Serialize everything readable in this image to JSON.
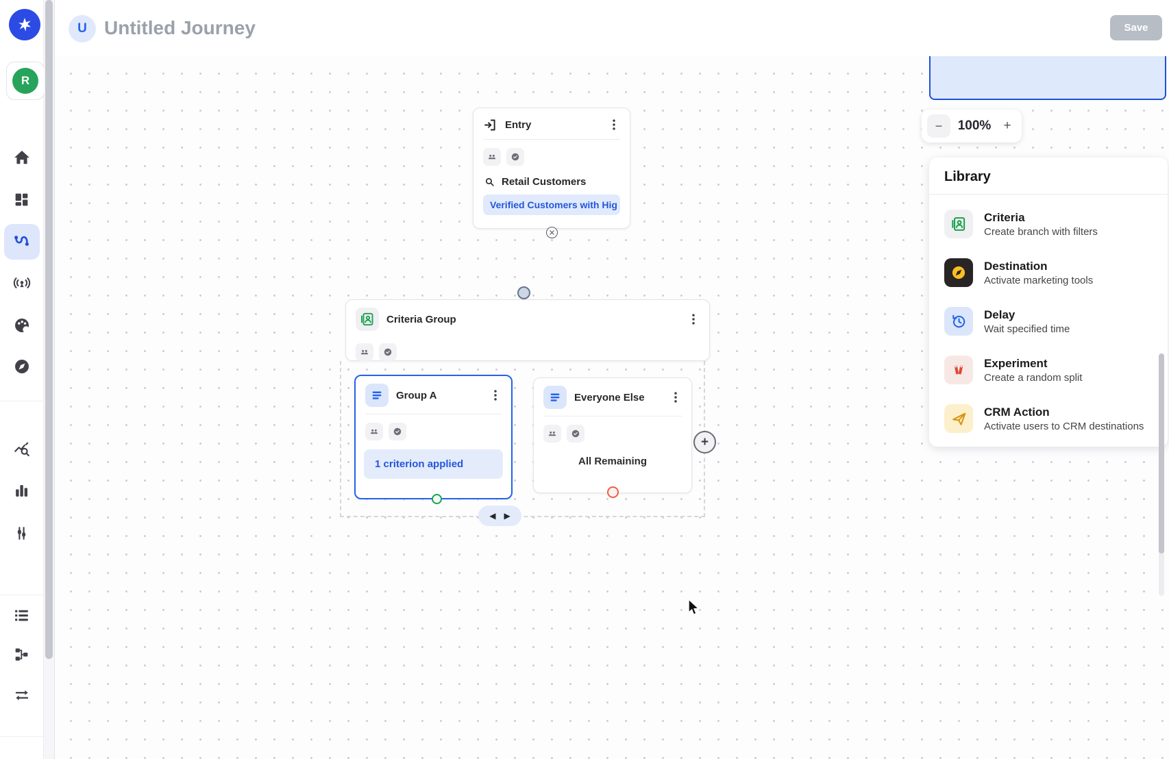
{
  "header": {
    "journey_initial": "U",
    "title": "Untitled Journey",
    "save_label": "Save"
  },
  "sidebar": {
    "avatar_letter": "R",
    "icons": [
      "home",
      "dashboard",
      "journeys",
      "broadcast",
      "palette",
      "explore",
      "analytics",
      "bar-chart",
      "filters",
      "lists",
      "flow",
      "swap"
    ]
  },
  "canvas": {
    "entry": {
      "title": "Entry",
      "audience": "Retail Customers",
      "criteria_chip": "Verified Customers with Hig"
    },
    "criteria_group": {
      "title": "Criteria Group"
    },
    "group_a": {
      "title": "Group A",
      "chip": "1 criterion applied"
    },
    "everyone_else": {
      "title": "Everyone Else",
      "label": "All Remaining"
    },
    "pager": {
      "prev": "◀",
      "next": "▶"
    },
    "add_branch": "+"
  },
  "zoom": {
    "minus": "−",
    "value": "100%",
    "plus": "+"
  },
  "library": {
    "title": "Library",
    "items": [
      {
        "name": "Criteria",
        "desc": "Create branch with filters",
        "icon": "criteria-icon",
        "color": "#16a34a"
      },
      {
        "name": "Destination",
        "desc": "Activate marketing tools",
        "icon": "destination-icon",
        "color": "#fbbf24"
      },
      {
        "name": "Delay",
        "desc": "Wait specified time",
        "icon": "delay-icon",
        "color": "#2563eb"
      },
      {
        "name": "Experiment",
        "desc": "Create a random split",
        "icon": "experiment-icon",
        "color": "#dd4830"
      },
      {
        "name": "CRM Action",
        "desc": "Activate users to CRM destinations",
        "icon": "crm-action-icon",
        "color": "#d9920c"
      }
    ]
  },
  "colors": {
    "accent": "#2563eb",
    "selected_border": "#2563eb",
    "chip_bg": "#e1eafc",
    "chip_text": "#2456d9",
    "success": "#1ba251",
    "danger": "#e8604c",
    "disabled_button": "#b7bdc5"
  }
}
